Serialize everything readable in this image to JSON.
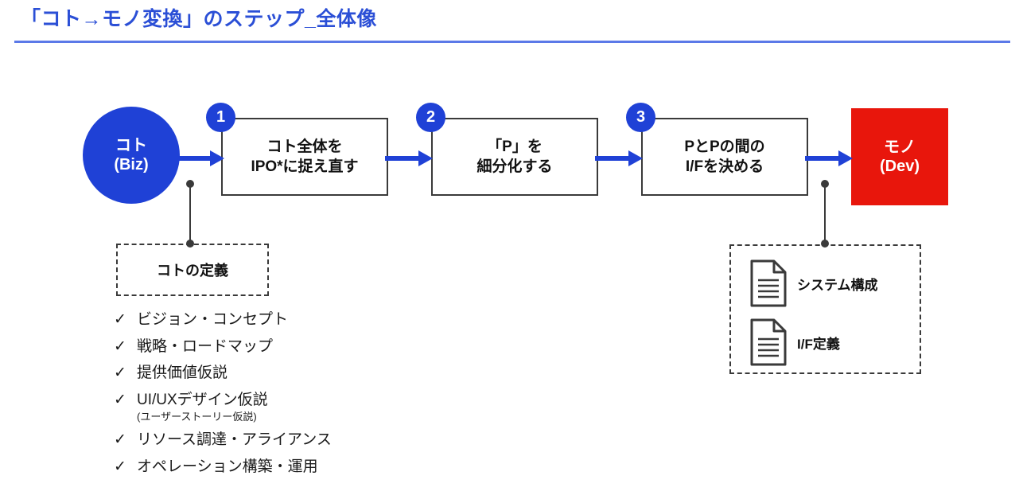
{
  "header": {
    "title": "「コト→モノ変換」のステップ_全体像",
    "title_color": "#2b4fd6",
    "rule_color": "#5b79e8"
  },
  "flow": {
    "start_node": {
      "icon": "circle-node",
      "line1": "コト",
      "line2": "(Biz)",
      "color": "#1f41d6"
    },
    "end_node": {
      "icon": "square-node",
      "line1": "モノ",
      "line2": "(Dev)",
      "color": "#e8160c"
    },
    "arrow_color": "#1f41d6",
    "steps": [
      {
        "badge": "1",
        "line1": "コト全体を",
        "line2": "IPO*に捉え直す"
      },
      {
        "badge": "2",
        "line1": "「P」を",
        "line2": "細分化する"
      },
      {
        "badge": "3",
        "line1": "PとPの間の",
        "line2": "I/Fを決める"
      }
    ]
  },
  "annotations": {
    "left": {
      "label": "コトの定義",
      "checklist": [
        {
          "mark": "✓",
          "text": "ビジョン・コンセプト",
          "sub": ""
        },
        {
          "mark": "✓",
          "text": "戦略・ロードマップ",
          "sub": ""
        },
        {
          "mark": "✓",
          "text": "提供価値仮説",
          "sub": ""
        },
        {
          "mark": "✓",
          "text": "UI/UXデザイン仮説",
          "sub": "(ユーザーストーリー仮説)"
        },
        {
          "mark": "✓",
          "text": "リソース調達・アライアンス",
          "sub": ""
        },
        {
          "mark": "✓",
          "text": "オペレーション構築・運用",
          "sub": ""
        }
      ]
    },
    "right": {
      "documents": [
        {
          "icon": "document-icon",
          "label": "システム構成"
        },
        {
          "icon": "document-icon",
          "label": "I/F定義"
        }
      ]
    }
  }
}
